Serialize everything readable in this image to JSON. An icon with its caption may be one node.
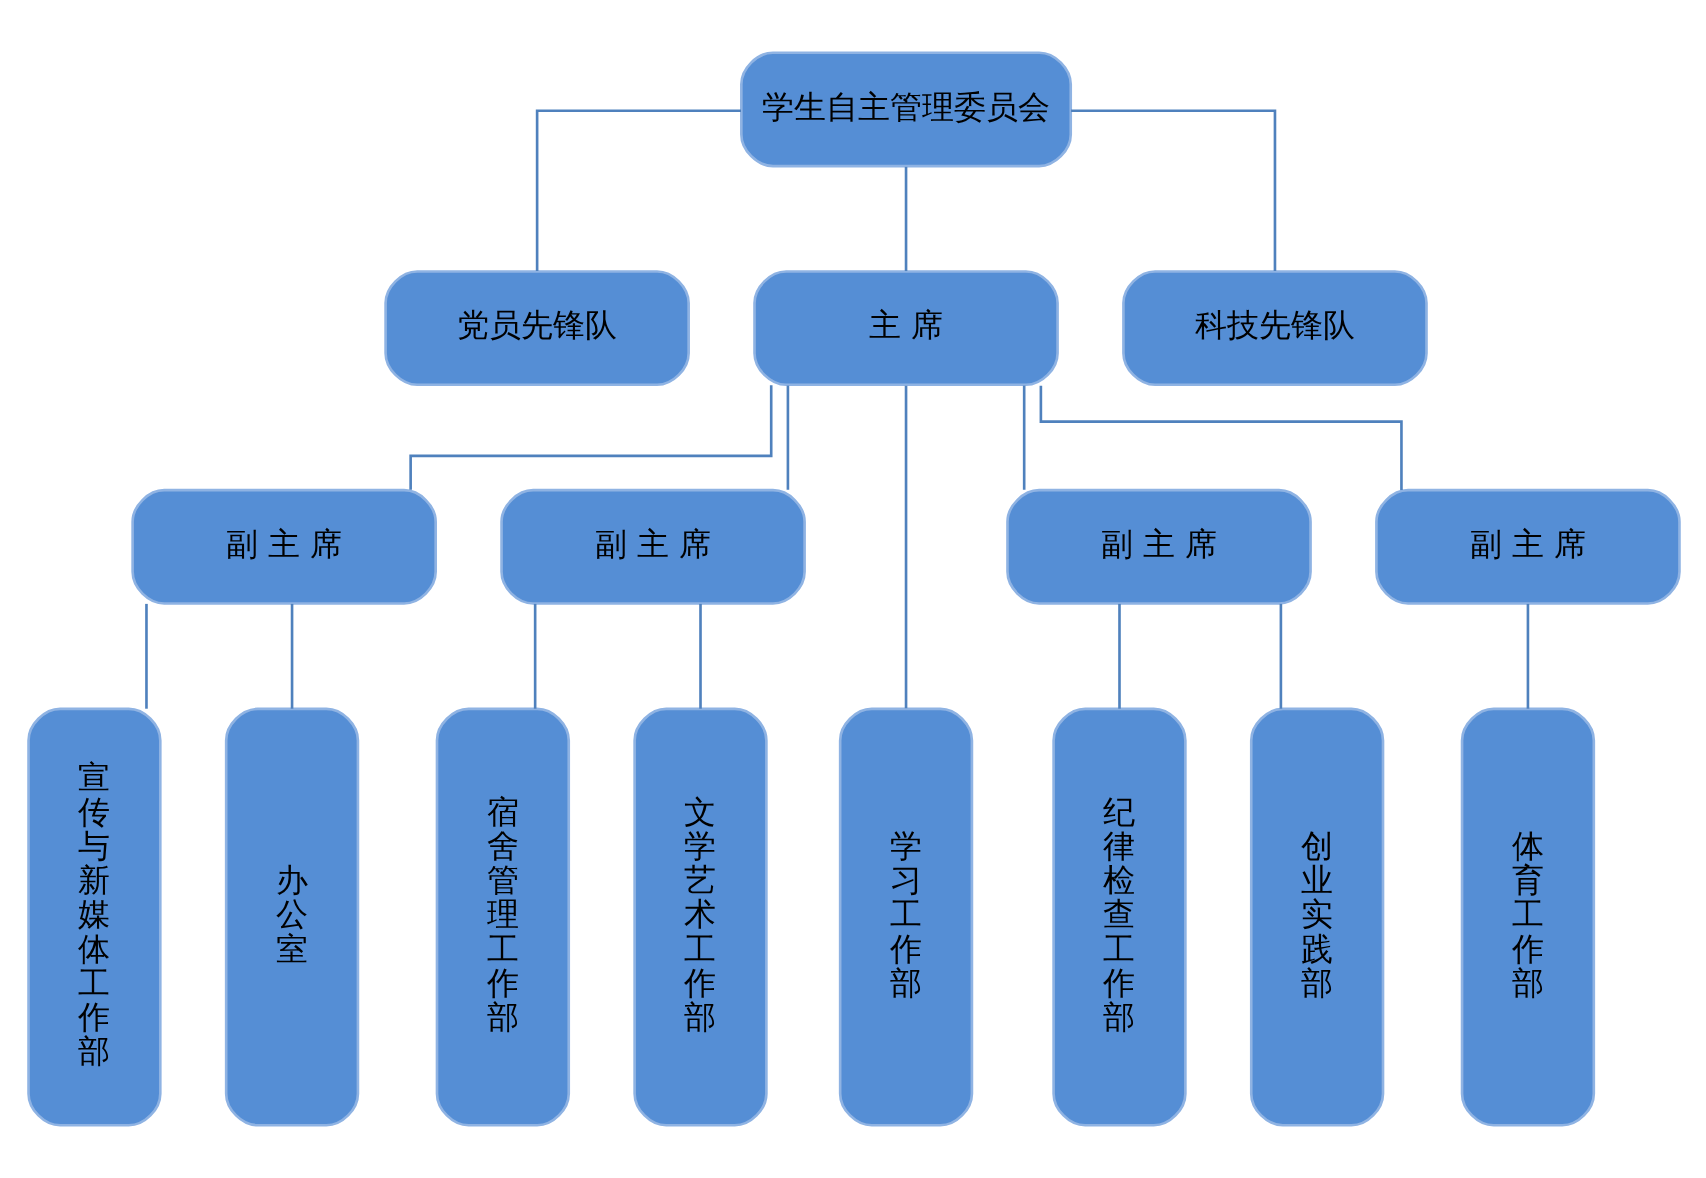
{
  "diagram": {
    "nodes": [
      {
        "text": [
          "学生自主管理委员会"
        ]
      },
      {
        "text": [
          "党员先锋队"
        ]
      },
      {
        "text": [
          "主 席"
        ]
      },
      {
        "text": [
          "科技先锋队"
        ]
      },
      {
        "text": [
          "副 主 席"
        ]
      },
      {
        "text": [
          "副 主 席"
        ]
      },
      {
        "text": [
          "副 主 席"
        ]
      },
      {
        "text": [
          "副 主 席"
        ]
      },
      {
        "text": [
          "宣传与新媒体工作部"
        ]
      },
      {
        "text": [
          "办公室"
        ]
      },
      {
        "text": [
          "宿舍管理工作部"
        ]
      },
      {
        "text": [
          "文学艺术工作部"
        ]
      },
      {
        "text": [
          "学习工作部"
        ]
      },
      {
        "text": [
          "纪律检查工作部"
        ]
      },
      {
        "text": [
          "创业实践部"
        ]
      },
      {
        "text": [
          "体育工作部"
        ]
      }
    ],
    "edges": [
      {
        "from": 0,
        "to": 1,
        "arrow": "none"
      },
      {
        "from": 0,
        "to": 2,
        "arrow": "none"
      },
      {
        "from": 0,
        "to": 3,
        "arrow": "none"
      },
      {
        "from": 2,
        "to": 4,
        "arrow": "none"
      },
      {
        "from": 2,
        "to": 5,
        "arrow": "none"
      },
      {
        "from": 2,
        "to": 12,
        "arrow": "none"
      },
      {
        "from": 2,
        "to": 6,
        "arrow": "none"
      },
      {
        "from": 2,
        "to": 7,
        "arrow": "none"
      },
      {
        "from": 4,
        "to": 8,
        "arrow": "none"
      },
      {
        "from": 4,
        "to": 9,
        "arrow": "none"
      },
      {
        "from": 5,
        "to": 10,
        "arrow": "none"
      },
      {
        "from": 5,
        "to": 11,
        "arrow": "none"
      },
      {
        "from": 6,
        "to": 13,
        "arrow": "none"
      },
      {
        "from": 6,
        "to": 14,
        "arrow": "none"
      },
      {
        "from": 7,
        "to": 15,
        "arrow": "none"
      }
    ]
  }
}
